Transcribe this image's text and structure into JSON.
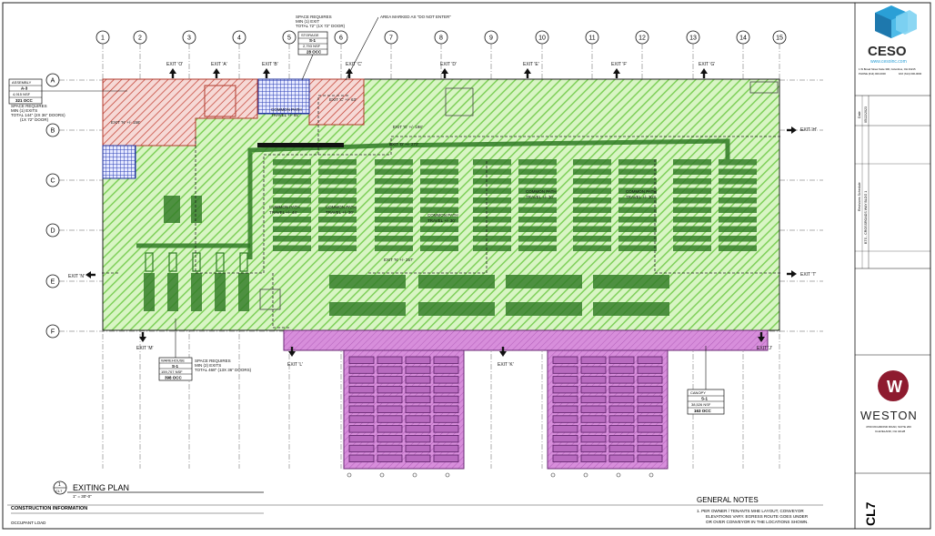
{
  "grid": {
    "columns": [
      "1",
      "2",
      "3",
      "4",
      "5",
      "6",
      "7",
      "8",
      "9",
      "10",
      "11",
      "12",
      "13",
      "14",
      "15"
    ],
    "rows": [
      "A",
      "B",
      "C",
      "D",
      "E",
      "F"
    ]
  },
  "exits": {
    "o_left": "EXIT 'O'",
    "a": "EXIT 'A'",
    "b": "EXIT 'B'",
    "c": "EXIT 'C'",
    "d": "EXIT 'D'",
    "e": "EXIT 'E'",
    "f": "EXIT 'F'",
    "g": "EXIT 'G'",
    "h": "EXIT 'H'",
    "n": "EXIT 'N'",
    "t": "EXIT 'T'",
    "m": "EXIT 'M'",
    "l": "EXIT 'L'",
    "k": "EXIT 'K'",
    "j": "EXIT 'J'"
  },
  "top_note": {
    "line1": "SPACE REQUIRES",
    "line2": "MIN (1) EXIT",
    "line3": "TOTAL 72\" (1X 72\" DOOR)"
  },
  "dne_note": "AREA MARKED AS \"DO NOT ENTER\"",
  "left_note": {
    "line1": "SPACE REQUIRES",
    "line2": "MIN (1) EXITS",
    "line3": "TOTAL 144\" (2X 36\" DOORS)",
    "line4": "(1X 72\" DOOR)"
  },
  "left_tag": {
    "label": "ASSEMBLY",
    "code": "A-3",
    "sf": "4,915 NSF",
    "occ": "321 OCC"
  },
  "top_tag": {
    "label": "STORAGE",
    "code": "S-1",
    "sf": "2,793 NSF",
    "occ": "28 OCC"
  },
  "warehouse_tag": {
    "label": "WAREHOUSE",
    "code": "S-1",
    "sf": "159,707 NSF",
    "occ": "398 OCC"
  },
  "warehouse_note": {
    "line1": "SPACE REQUIRES",
    "line2": "MIN (2) EXITS",
    "line3": "TOTAL 468\" (13X 36\" DOORS)"
  },
  "canopy_tag": {
    "label": "CANOPY",
    "code": "S-1",
    "sf": "38,526 NSF",
    "occ": "163 OCC"
  },
  "common_path": {
    "line1": "COMMON PATH",
    "t1": "TRAVEL +/- 85'",
    "t2": "TRAVEL +/- 44'",
    "t3": "TRAVEL +/- 30'",
    "t4": "TRAVEL +/- 30'",
    "t5": "TRAVEL +/- 30'",
    "t6": "TRAVEL +/- 30'"
  },
  "travel_labels": {
    "l1": "EXIT 'N' +/- 158'",
    "l2": "EXIT 'C' +/- 63'",
    "l3": "EXIT 'G' +/- 198'",
    "l4": "EXIT 'D' +/- 272'",
    "l5": "EXIT 'N' +/- 257'"
  },
  "title": {
    "number": "1",
    "sheet": "CL7",
    "name": "EXITING PLAN",
    "scale": "1\" = 30'-0\""
  },
  "construction": {
    "heading": "CONSTRUCTION INFORMATION",
    "item": "OCCUPANT LOAD"
  },
  "notes": {
    "heading": "GENERAL NOTES",
    "n1a": "1.    PER OWNER / TENANTS MHE LAYOUT, CONVEYOR",
    "n1b": "ELEVATIONS VARY.  EGRESS ROUTE GOES UNDER",
    "n1c": "OR OVER CONVEYOR IN THE LOCATIONS SHOWN."
  },
  "ceso": {
    "name": "CESO",
    "site": "www.cesoinc.com",
    "address": "1 W Broad Street Suite 300, Columbus, OH 43215",
    "phone": "PHONE (614) 000-0000",
    "fax": "FAX (614) 000-0000"
  },
  "weston": {
    "initial": "W",
    "name": "WESTON",
    "addr1": "4760 RICHMOND ROAD, SUITE 200",
    "addr2": "CLEVELAND, OH 44128"
  },
  "titleblock": {
    "date_label": "Date",
    "date_value": "05/22/2023",
    "revisions": "Revisions Schedule",
    "project": "BTS - CROSSROADS WAY BLDG 1"
  },
  "colors": {
    "green_hatch": "#7fd05a",
    "green_dark": "#2f7a25",
    "red_hatch": "#c0392b",
    "purple": "#c36fc9",
    "purple_dark": "#5a1f66",
    "blue_hatch": "#2b3fb5",
    "ceso_blue": "#2a9fd6",
    "weston_red": "#8e1b2f"
  }
}
